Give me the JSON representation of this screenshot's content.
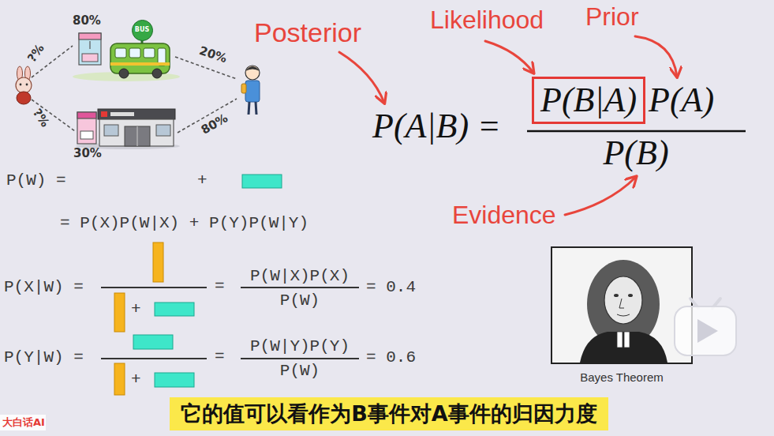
{
  "diagram": {
    "nodes": [
      {
        "text": [
          "BUS"
        ]
      },
      {
        "text": [
          "P(B|A)"
        ]
      },
      {
        "text": [
          "Bayes Theorem"
        ]
      },
      {
        "text": [
          "它的值可以看作为B事件对A事件的归因力度"
        ]
      }
    ],
    "labels": [
      "80%",
      "?%",
      "Posterior",
      "Likelihood",
      "Prior",
      "20%",
      "P(A|B) =",
      "P(A)",
      "P(B)",
      "?%",
      "80%",
      "30%",
      "P(W) =",
      "+",
      "Evidence",
      "= P(X)P(W|X) + P(Y)P(W|Y)",
      "P(W|X)P(X)",
      "P(X|W) =",
      "=",
      "= 0.4",
      "P(W)",
      "+",
      "P(W|Y)P(Y)",
      "P(Y|W) =",
      "=",
      "= 0.6",
      "P(W)",
      "+",
      "大白话AI"
    ]
  }
}
